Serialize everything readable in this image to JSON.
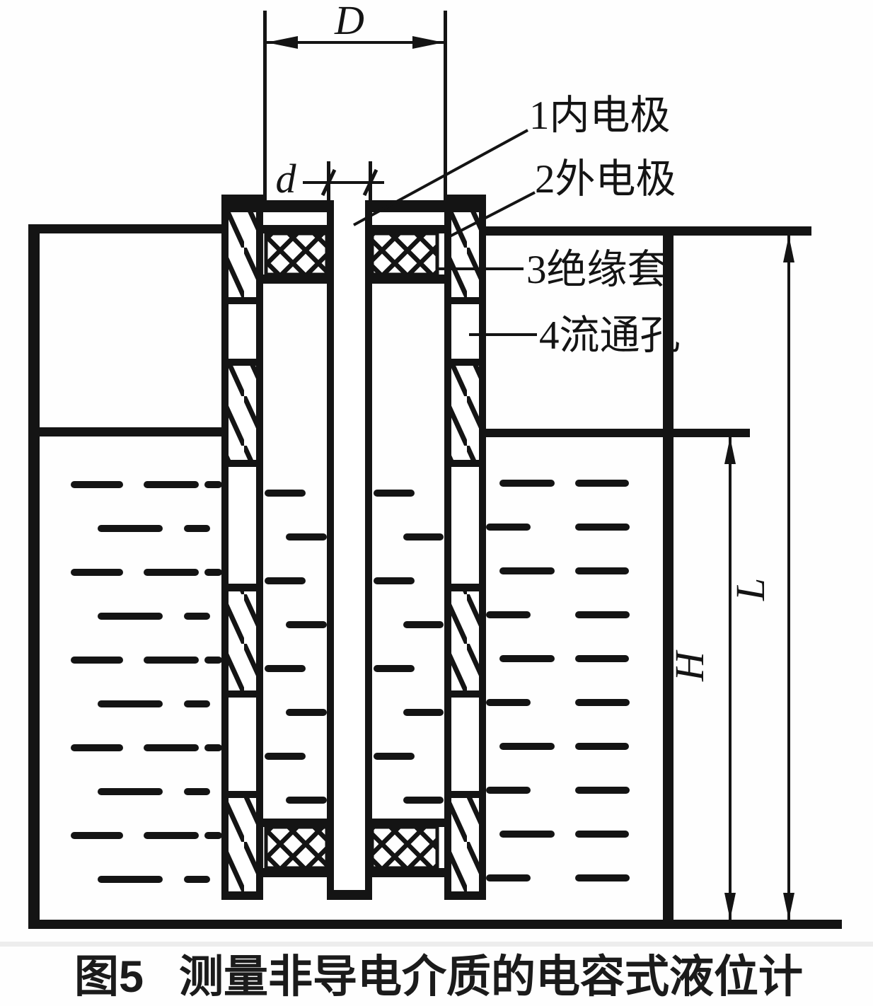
{
  "figure": {
    "caption_number": "图5",
    "caption_title": "测量非导电介质的电容式液位计"
  },
  "labels": {
    "part1": "1内电极",
    "part2": "2外电极",
    "part3": "3绝缘套",
    "part4": "4流通孔"
  },
  "dimensions": {
    "outer_diameter": "D",
    "rod_diameter": "d",
    "liquid_height": "H",
    "total_length": "L"
  },
  "colors": {
    "ink": "#141414",
    "paper": "#fefefe",
    "scan_band": "#ededed"
  }
}
